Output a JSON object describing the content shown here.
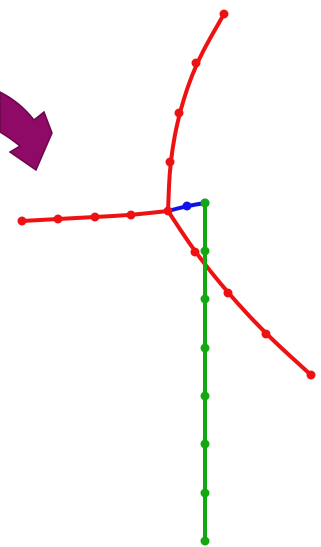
{
  "scene": {
    "background": "#ffffff",
    "arrow_icon": "curved-arrow-icon",
    "arrow_colors": {
      "fill": "#8e0a66",
      "edge": "#6a064b"
    },
    "limbs": [
      {
        "id": "red-upper-limb",
        "color": "#ee1111",
        "node_color": "#ee1111"
      },
      {
        "id": "red-left-limb",
        "color": "#ee1111",
        "node_color": "#ee1111"
      },
      {
        "id": "red-right-limb",
        "color": "#ee1111",
        "node_color": "#ee1111"
      },
      {
        "id": "blue-short-limb",
        "color": "#1111ee",
        "node_color": "#1111ee"
      },
      {
        "id": "green-lower-limb",
        "color": "#11a811",
        "node_color": "#11a811"
      }
    ]
  }
}
